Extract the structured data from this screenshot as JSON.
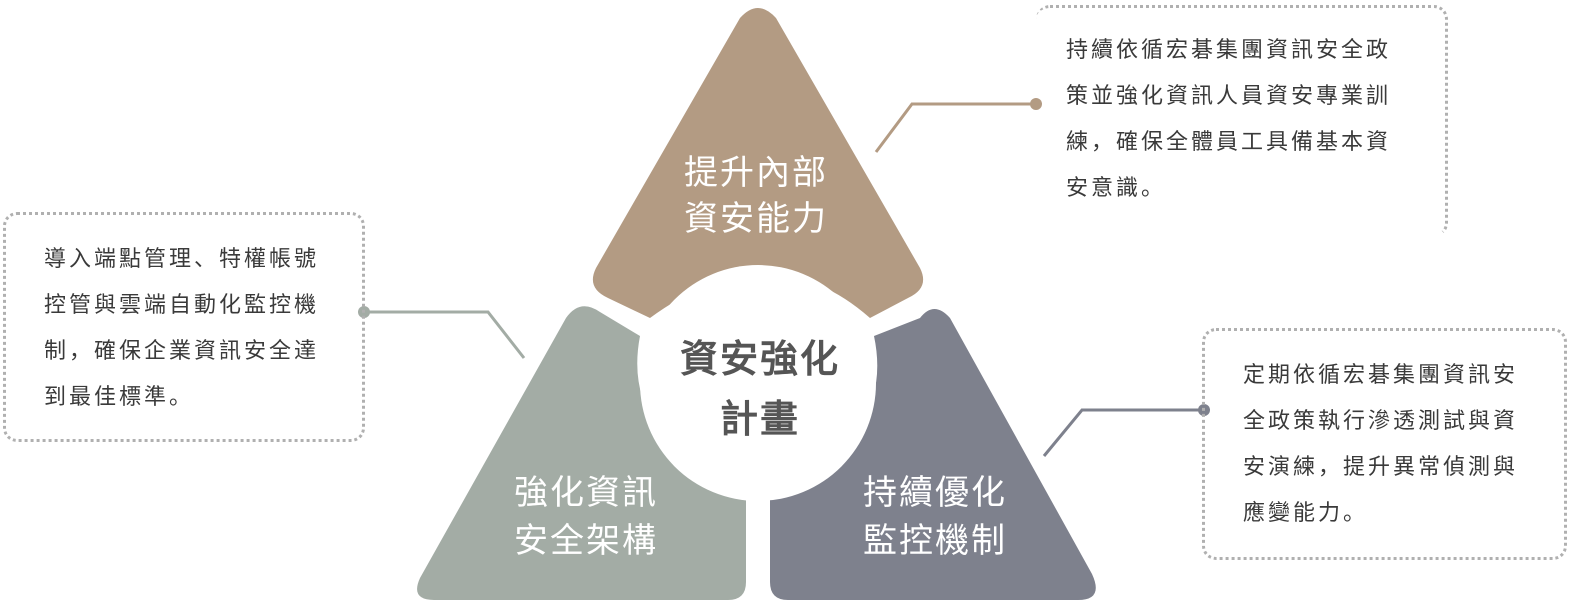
{
  "center": {
    "line1": "資安強化",
    "line2": "計畫"
  },
  "segments": {
    "top": {
      "line1": "提升內部",
      "line2": "資安能力",
      "color": "#b39b83"
    },
    "left": {
      "line1": "強化資訊",
      "line2": "安全架構",
      "color": "#a3aca5"
    },
    "right": {
      "line1": "持續優化",
      "line2": "監控機制",
      "color": "#7e818d"
    }
  },
  "notes": {
    "top_right": {
      "lines": [
        "持續依循宏碁集團資訊安全政",
        "策並強化資訊人員資安專業訓",
        "練，確保全體員工具備基本資",
        "安意識。"
      ]
    },
    "left": {
      "lines": [
        "導入端點管理、特權帳號",
        "控管與雲端自動化監控機",
        "制，確保企業資訊安全達",
        "到最佳標準。"
      ]
    },
    "bottom_right": {
      "lines": [
        "定期依循宏碁集團資訊安",
        "全政策執行滲透測試與資",
        "安演練，提升異常偵測與",
        "應變能力。"
      ]
    }
  },
  "colors": {
    "connector_top": "#b39b83",
    "connector_left": "#a3aca5",
    "connector_right": "#7e818d",
    "note_border": "#b0b0b0"
  }
}
